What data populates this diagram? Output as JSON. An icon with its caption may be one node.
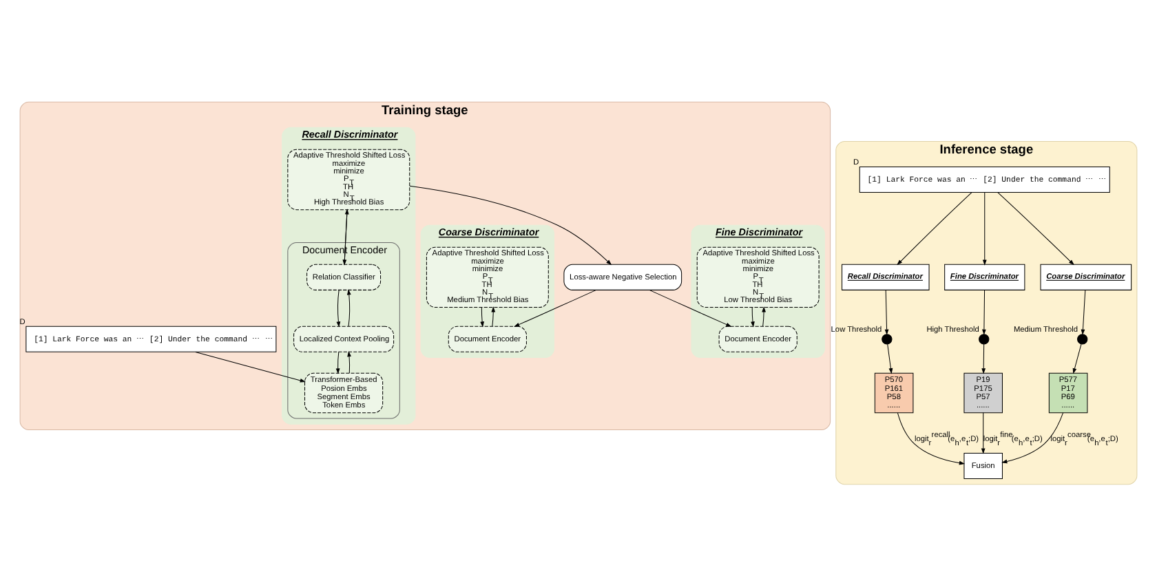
{
  "diagram": {
    "nodes": [
      {
        "text": [
          "Training stage"
        ]
      },
      {
        "text": [
          "Recall Discriminator"
        ],
        "in": 0
      },
      {
        "text": [
          "Adaptive Threshold Shifted Loss",
          "maximize",
          "minimize",
          "P$_{T}$",
          "TH",
          "N$_{T}$",
          "High Threshold Bias"
        ],
        "in": 1
      },
      {
        "text": [
          "Document Encoder"
        ],
        "in": 1
      },
      {
        "text": [
          "Relation Classifier"
        ],
        "in": 3
      },
      {
        "text": [
          "Localized Context Pooling"
        ],
        "in": 3
      },
      {
        "text": [
          "Transformer-Based",
          "Posion Embs",
          "Segment Embs",
          "Token Embs"
        ],
        "in": 3
      },
      {
        "text": [
          "[1] Lark Force was an ⋯ [2] Under the command ⋯ ⋯"
        ],
        "beside": [
          "D"
        ],
        "in": 0
      },
      {
        "text": [
          "Loss-aware Negative Selection"
        ],
        "in": 0
      },
      {
        "text": [
          "Coarse Discriminator"
        ],
        "in": 0
      },
      {
        "text": [
          "Adaptive Threshold Shifted Loss",
          "maximize",
          "minimize",
          "P$_{T}$",
          "TH",
          "N$_{T}$",
          "Medium Threshold Bias"
        ],
        "in": 9
      },
      {
        "text": [
          "Document Encoder"
        ],
        "in": 9
      },
      {
        "text": [
          "Fine Discriminator"
        ],
        "in": 0
      },
      {
        "text": [
          "Adaptive Threshold Shifted Loss",
          "maximize",
          "minimize",
          "P$_{T}$",
          "TH",
          "N$_{T}$",
          "Low Threshold Bias"
        ],
        "in": 12
      },
      {
        "text": [
          "Document Encoder"
        ],
        "in": 12
      },
      {
        "text": [
          "Inference stage"
        ]
      },
      {
        "text": [
          "Recall Discriminator"
        ],
        "in": 15
      },
      {
        "text": [
          "[1] Lark Force was an ⋯ [2] Under the command ⋯ ⋯"
        ],
        "beside": [
          "D"
        ],
        "in": 15
      },
      {
        "text": [
          "Fine Discriminator"
        ],
        "in": 15
      },
      {
        "text": [
          "Coarse Discriminator"
        ],
        "in": 15
      },
      {
        "text": [],
        "shape": "circle",
        "beside": [
          "Low Threshold"
        ],
        "in": 15
      },
      {
        "text": [
          "P570",
          "P161",
          "P58",
          "......"
        ],
        "in": 15
      },
      {
        "text": [],
        "shape": "circle",
        "beside": [
          "High Threshold"
        ],
        "in": 15
      },
      {
        "text": [
          "P19",
          "P175",
          "P57",
          "......"
        ],
        "in": 15
      },
      {
        "text": [],
        "shape": "circle",
        "beside": [
          "Medium Threshold"
        ],
        "in": 15
      },
      {
        "text": [
          "P577",
          "P17",
          "P69",
          "......"
        ],
        "in": 15
      },
      {
        "text": [
          "Fusion"
        ],
        "in": 15
      }
    ],
    "edges": [
      {
        "from": 7,
        "to": 6,
        "arrow": "to"
      },
      {
        "from": 6,
        "to": 5,
        "arrow": "to"
      },
      {
        "from": 5,
        "to": 6,
        "arrow": "to"
      },
      {
        "from": 5,
        "to": 4,
        "arrow": "to"
      },
      {
        "from": 4,
        "to": 5,
        "arrow": "to"
      },
      {
        "from": 4,
        "to": 2,
        "arrow": "to"
      },
      {
        "from": 2,
        "to": 4,
        "arrow": "to"
      },
      {
        "from": 2,
        "to": 8,
        "arrow": "to"
      },
      {
        "from": 8,
        "to": 11,
        "arrow": "to"
      },
      {
        "from": 8,
        "to": 14,
        "arrow": "to"
      },
      {
        "from": 10,
        "to": 11,
        "arrow": "to"
      },
      {
        "from": 11,
        "to": 10,
        "arrow": "to"
      },
      {
        "from": 13,
        "to": 14,
        "arrow": "to"
      },
      {
        "from": 14,
        "to": 13,
        "arrow": "to"
      },
      {
        "from": 17,
        "to": 16,
        "arrow": "to"
      },
      {
        "from": 17,
        "to": 18,
        "arrow": "to"
      },
      {
        "from": 17,
        "to": 19,
        "arrow": "to"
      },
      {
        "from": 16,
        "to": 20,
        "arrow": "to"
      },
      {
        "from": 20,
        "to": 21,
        "arrow": "to"
      },
      {
        "from": 18,
        "to": 22,
        "arrow": "to"
      },
      {
        "from": 22,
        "to": 23,
        "arrow": "to"
      },
      {
        "from": 19,
        "to": 24,
        "arrow": "to"
      },
      {
        "from": 24,
        "to": 25,
        "arrow": "to"
      },
      {
        "from": 21,
        "to": 26,
        "arrow": "to",
        "label": "logit$_{r}$$^{recall}$(e$_{h}$,e$_{t}$;D)"
      },
      {
        "from": 23,
        "to": 26,
        "arrow": "to",
        "label": "logit$_{r}$$^{fine}$(e$_{h}$,e$_{t}$;D)"
      },
      {
        "from": 25,
        "to": 26,
        "arrow": "to",
        "label": "logit$_{r}$$^{coarse}$(e$_{h}$,e$_{t}$;D)"
      }
    ]
  }
}
